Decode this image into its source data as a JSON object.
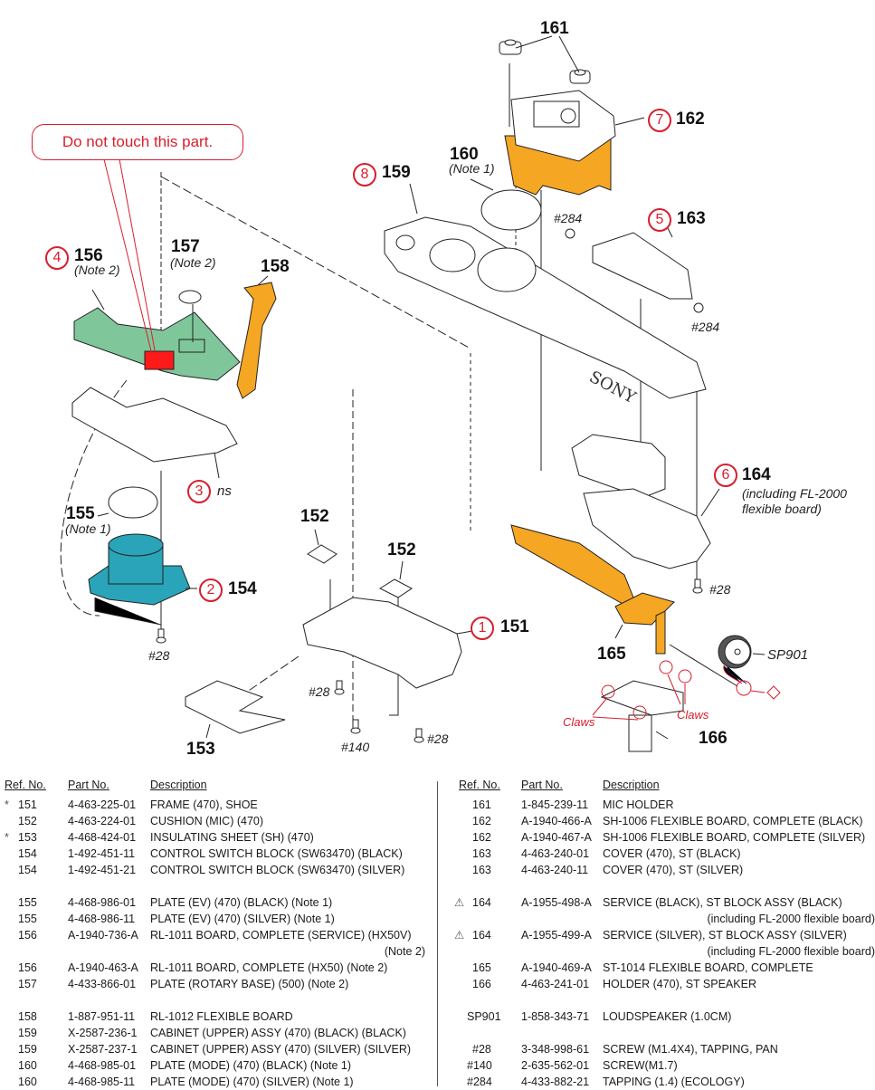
{
  "diagram": {
    "warning_callout": "Do not touch this part.",
    "labels": [
      {
        "id": "161",
        "text": "161"
      },
      {
        "id": "162",
        "text": "162",
        "step": "7"
      },
      {
        "id": "160",
        "text": "160",
        "note": "(Note 1)"
      },
      {
        "id": "159",
        "text": "159",
        "step": "8"
      },
      {
        "id": "163",
        "text": "163",
        "step": "5"
      },
      {
        "id": "156",
        "text": "156",
        "step": "4",
        "note": "(Note 2)"
      },
      {
        "id": "157",
        "text": "157",
        "note": "(Note 2)"
      },
      {
        "id": "158",
        "text": "158"
      },
      {
        "id": "ns",
        "text": "ns",
        "step": "3"
      },
      {
        "id": "155",
        "text": "155",
        "note": "(Note 1)"
      },
      {
        "id": "154",
        "text": "154",
        "step": "2"
      },
      {
        "id": "152a",
        "text": "152"
      },
      {
        "id": "152b",
        "text": "152"
      },
      {
        "id": "151",
        "text": "151",
        "step": "1"
      },
      {
        "id": "153",
        "text": "153"
      },
      {
        "id": "164",
        "text": "164",
        "step": "6",
        "note": "(including FL-2000 flexible board)"
      },
      {
        "id": "165",
        "text": "165"
      },
      {
        "id": "166",
        "text": "166"
      },
      {
        "id": "sp901",
        "text": "SP901"
      }
    ],
    "screws": {
      "s284a": "#284",
      "s284b": "#284",
      "s28_left": "#28",
      "s28_mid": "#28",
      "s28_right": "#28",
      "s28_164": "#28",
      "s140": "#140"
    },
    "claws_label": "Claws",
    "notes": {
      "note1": "(Note 1)",
      "note2": "(Note 2)",
      "note164_line1": "(including FL-2000",
      "note164_line2": "flexible board)"
    },
    "sony_logo": "SONY",
    "colors": {
      "warning_red": "#d81e2c",
      "flex_orange": "#f5a623",
      "pcb_green": "#7fc79a",
      "switch_teal": "#2aa4b8",
      "highlight_red": "#ff1a1a"
    }
  },
  "parts_table": {
    "headers": {
      "ref": "Ref. No.",
      "part": "Part No.",
      "desc": "Description"
    },
    "left": [
      {
        "mark": "*",
        "ref": "151",
        "part": "4-463-225-01",
        "desc": "FRAME (470), SHOE"
      },
      {
        "mark": "",
        "ref": "152",
        "part": "4-463-224-01",
        "desc": "CUSHION (MIC) (470)"
      },
      {
        "mark": "*",
        "ref": "153",
        "part": "4-468-424-01",
        "desc": "INSULATING SHEET (SH) (470)"
      },
      {
        "mark": "",
        "ref": "154",
        "part": "1-492-451-11",
        "desc": "CONTROL SWITCH BLOCK (SW63470) (BLACK)"
      },
      {
        "mark": "",
        "ref": "154",
        "part": "1-492-451-21",
        "desc": "CONTROL SWITCH BLOCK (SW63470) (SILVER)"
      },
      {
        "mark": "",
        "ref": "155",
        "part": "4-468-986-01",
        "desc": "PLATE (EV) (470) (BLACK) (Note 1)"
      },
      {
        "mark": "",
        "ref": "155",
        "part": "4-468-986-11",
        "desc": "PLATE (EV) (470) (SILVER) (Note 1)"
      },
      {
        "mark": "",
        "ref": "156",
        "part": "A-1940-736-A",
        "desc": "RL-1011 BOARD, COMPLETE (SERVICE) (HX50V)",
        "cont": "(Note 2)"
      },
      {
        "mark": "",
        "ref": "156",
        "part": "A-1940-463-A",
        "desc": "RL-1011 BOARD, COMPLETE (HX50) (Note 2)"
      },
      {
        "mark": "",
        "ref": "157",
        "part": "4-433-866-01",
        "desc": "PLATE (ROTARY BASE) (500) (Note 2)"
      },
      {
        "mark": "",
        "ref": "158",
        "part": "1-887-951-11",
        "desc": "RL-1012 FLEXIBLE BOARD"
      },
      {
        "mark": "",
        "ref": "159",
        "part": "X-2587-236-1",
        "desc": "CABINET (UPPER) ASSY (470) (BLACK) (BLACK)"
      },
      {
        "mark": "",
        "ref": "159",
        "part": "X-2587-237-1",
        "desc": "CABINET (UPPER) ASSY (470) (SILVER) (SILVER)"
      },
      {
        "mark": "",
        "ref": "160",
        "part": "4-468-985-01",
        "desc": "PLATE (MODE) (470) (BLACK) (Note 1)"
      },
      {
        "mark": "",
        "ref": "160",
        "part": "4-468-985-11",
        "desc": "PLATE (MODE) (470) (SILVER) (Note 1)"
      }
    ],
    "right": [
      {
        "mark": "",
        "ref": "161",
        "part": "1-845-239-11",
        "desc": "MIC HOLDER"
      },
      {
        "mark": "",
        "ref": "162",
        "part": "A-1940-466-A",
        "desc": "SH-1006 FLEXIBLE BOARD, COMPLETE (BLACK)"
      },
      {
        "mark": "",
        "ref": "162",
        "part": "A-1940-467-A",
        "desc": "SH-1006 FLEXIBLE BOARD, COMPLETE (SILVER)"
      },
      {
        "mark": "",
        "ref": "163",
        "part": "4-463-240-01",
        "desc": "COVER (470), ST (BLACK)"
      },
      {
        "mark": "",
        "ref": "163",
        "part": "4-463-240-11",
        "desc": "COVER (470), ST (SILVER)"
      },
      {
        "mark": "⚠",
        "ref": "164",
        "part": "A-1955-498-A",
        "desc": "SERVICE (BLACK), ST BLOCK ASSY (BLACK)",
        "cont": "(including FL-2000 flexible board)"
      },
      {
        "mark": "⚠",
        "ref": "164",
        "part": "A-1955-499-A",
        "desc": "SERVICE (SILVER), ST BLOCK ASSY (SILVER)",
        "cont": "(including FL-2000 flexible board)"
      },
      {
        "mark": "",
        "ref": "165",
        "part": "A-1940-469-A",
        "desc": "ST-1014 FLEXIBLE BOARD, COMPLETE"
      },
      {
        "mark": "",
        "ref": "166",
        "part": "4-463-241-01",
        "desc": "HOLDER (470), ST SPEAKER"
      },
      {
        "mark": "",
        "ref": "SP901",
        "part": "1-858-343-71",
        "desc": "LOUDSPEAKER (1.0CM)"
      },
      {
        "mark": "",
        "ref": "#28",
        "part": "3-348-998-61",
        "desc": "SCREW (M1.4X4), TAPPING, PAN"
      },
      {
        "mark": "",
        "ref": "#140",
        "part": "2-635-562-01",
        "desc": "SCREW(M1.7)"
      },
      {
        "mark": "",
        "ref": "#284",
        "part": "4-433-882-21",
        "desc": "TAPPING (1.4) (ECOLOGY)"
      }
    ]
  }
}
